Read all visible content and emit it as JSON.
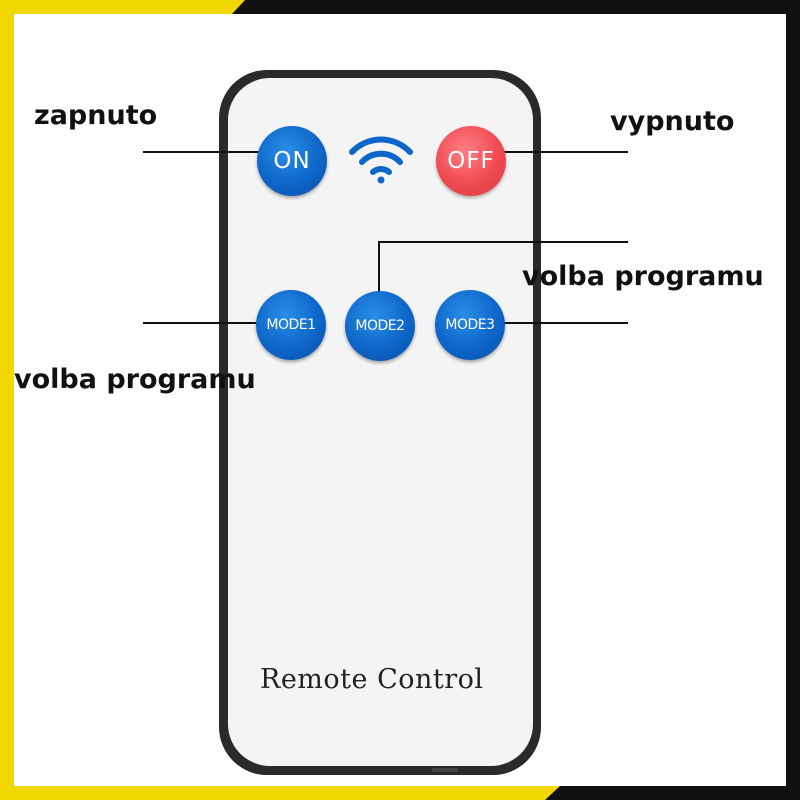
{
  "labels": {
    "on_caption": "zapnuto",
    "off_caption": "vypnuto",
    "mode_caption_right": "volba programu",
    "mode_caption_left": "volba programu"
  },
  "remote": {
    "buttons": {
      "on": "ON",
      "off": "OFF",
      "mode1": "MODE1",
      "mode2": "MODE2",
      "mode3": "MODE3"
    },
    "brand_text": "Remote Control"
  },
  "icons": {
    "signal": "wifi-signal-icon"
  },
  "colors": {
    "frame_yellow": "#f2d700",
    "frame_black": "#111111",
    "button_blue": "#0d66c9",
    "button_red": "#f04a52",
    "remote_body": "#f4f4f4"
  }
}
